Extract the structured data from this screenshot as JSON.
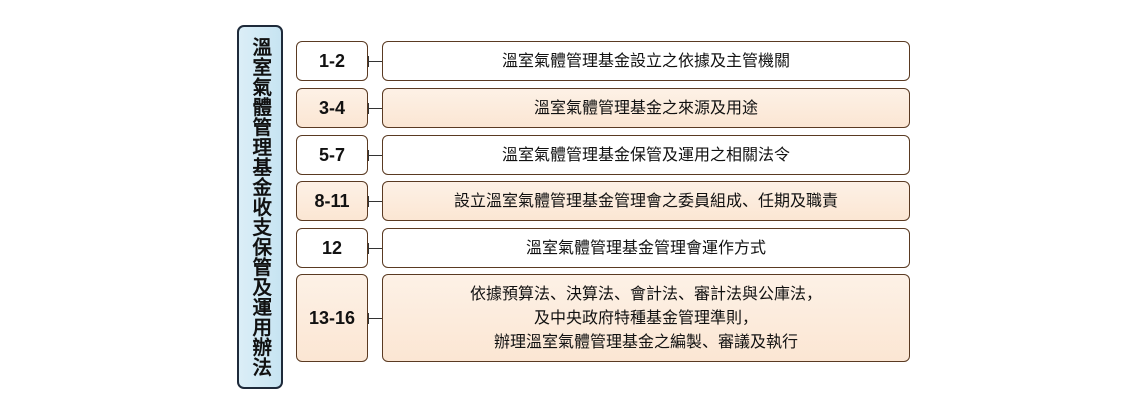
{
  "title": "溫室氣體管理基金收支保管及運用辦法",
  "rows": [
    {
      "num": "1-2",
      "lines": [
        "溫室氣體管理基金設立之依據及主管機關"
      ]
    },
    {
      "num": "3-4",
      "lines": [
        "溫室氣體管理基金之來源及用途"
      ]
    },
    {
      "num": "5-7",
      "lines": [
        "溫室氣體管理基金保管及運用之相關法令"
      ]
    },
    {
      "num": "8-11",
      "lines": [
        "設立溫室氣體管理基金管理會之委員組成、任期及職責"
      ]
    },
    {
      "num": "12",
      "lines": [
        "溫室氣體管理基金管理會運作方式"
      ]
    },
    {
      "num": "13-16",
      "lines": [
        "依據預算法、決算法、會計法、審計法與公庫法，",
        "及中央政府特種基金管理準則，",
        "辦理溫室氣體管理基金之編製、審議及執行"
      ]
    }
  ],
  "colors": {
    "title_fill": "#c7e4f2",
    "box_border": "#5a3a22",
    "peach_fill": "#fbe6d3",
    "white_fill": "#ffffff"
  }
}
